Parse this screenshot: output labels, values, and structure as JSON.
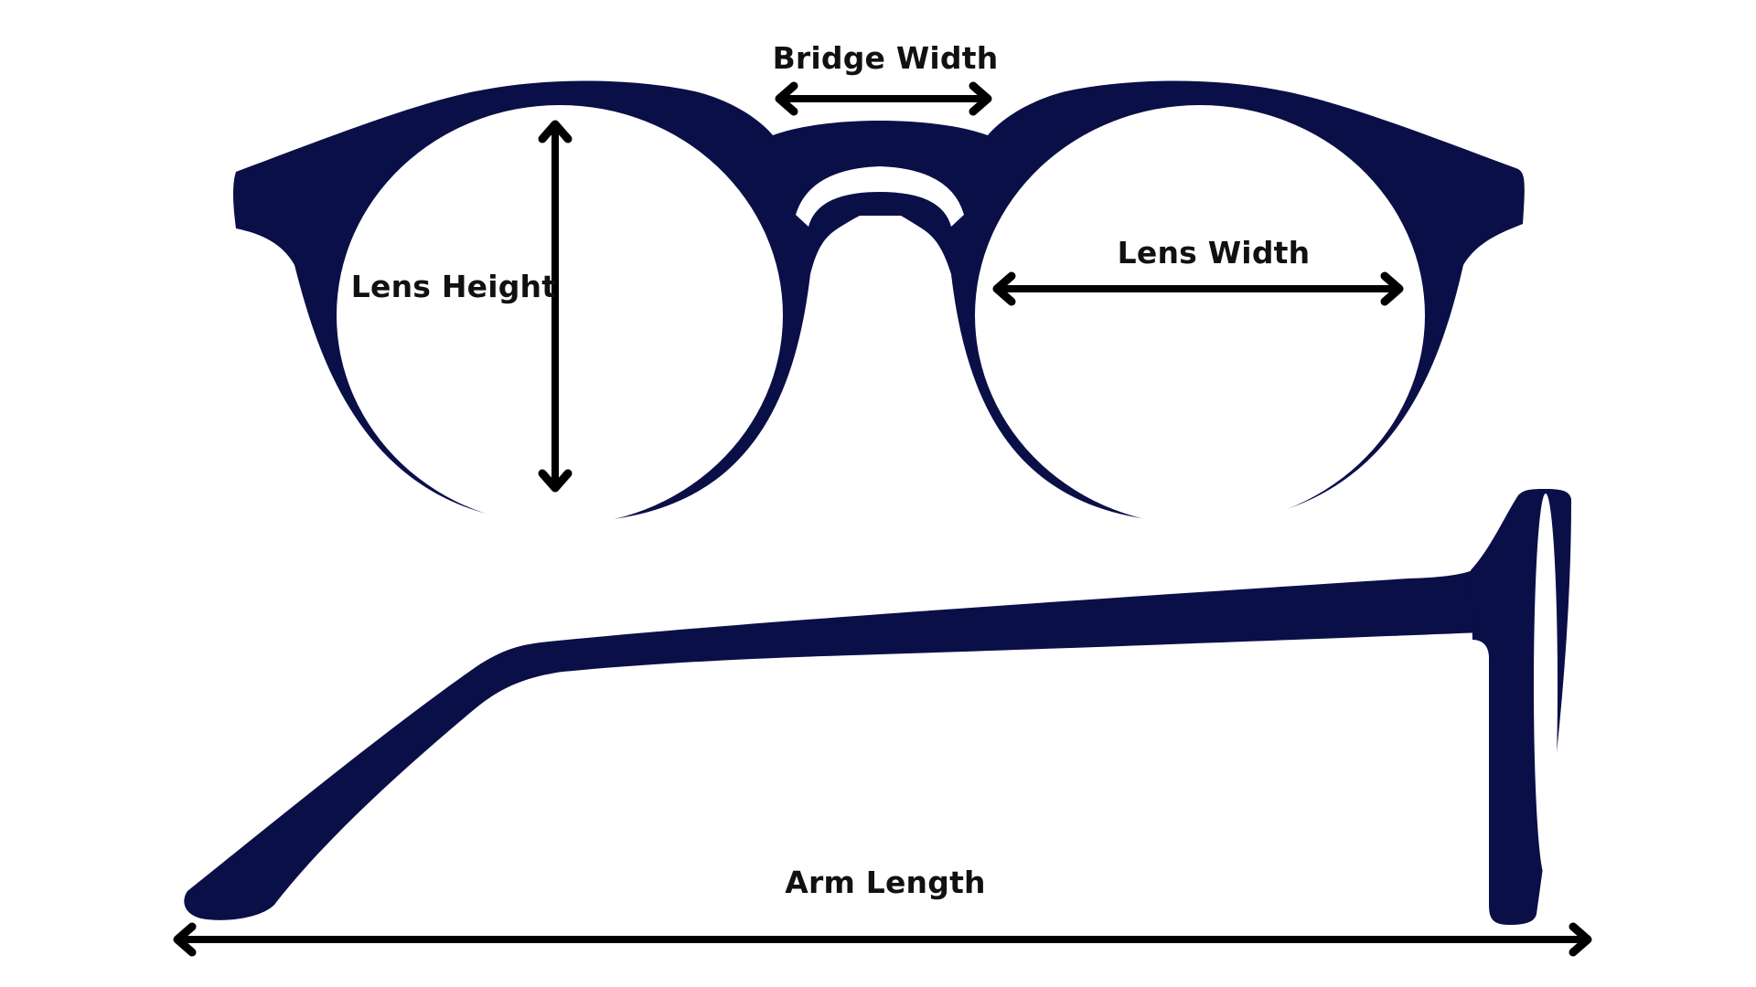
{
  "colors": {
    "frame": "#0b0f48",
    "background": "#ffffff",
    "arrow": "#000000",
    "text": "#111111"
  },
  "labels": {
    "bridge_width": "Bridge Width",
    "lens_height": "Lens Height",
    "lens_width": "Lens Width",
    "arm_length": "Arm Length"
  }
}
